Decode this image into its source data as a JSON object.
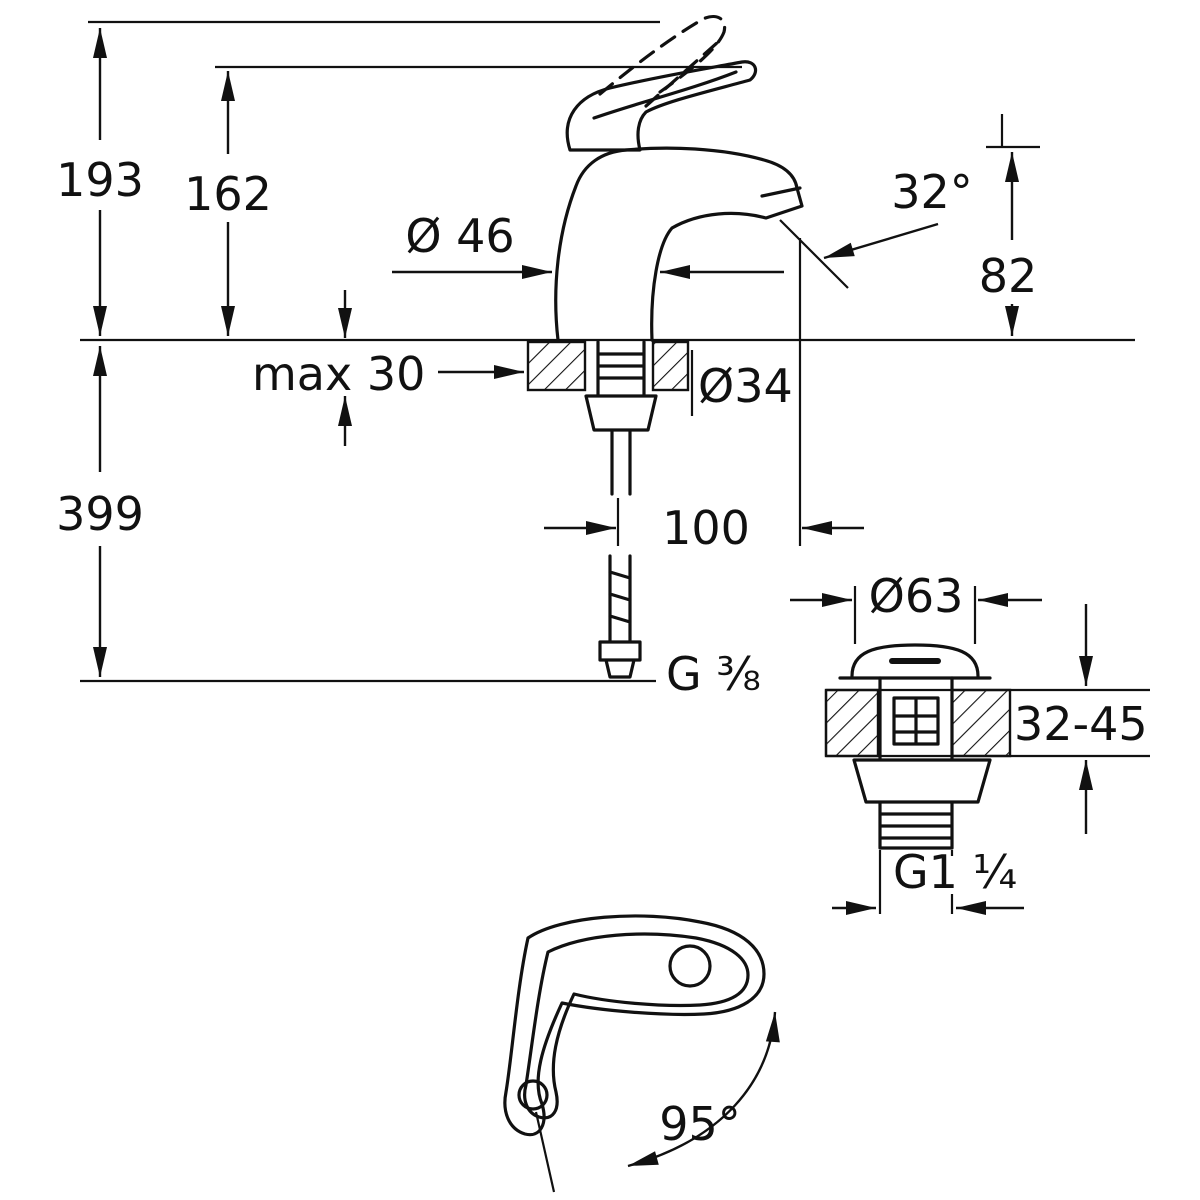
{
  "drawing": {
    "colors": {
      "line": "#111111",
      "background": "#ffffff"
    },
    "views": {
      "main": "faucet-side-view",
      "waste": "pop-up-waste-section-view",
      "top": "handle-top-view"
    }
  },
  "labels": {
    "dim_total_height": "193",
    "dim_body_height": "162",
    "dim_hose_length": "399",
    "dim_body_diameter": "Ø 46",
    "dim_spout_angle": "32°",
    "dim_spout_height": "82",
    "dim_max_deck_thickness": "max 30",
    "dim_hole_diameter": "Ø34",
    "dim_spout_reach": "100",
    "supply_connection_thread": "G ³⁄₈",
    "waste_flange_diameter": "Ø63",
    "waste_deck_thickness_range": "32-45",
    "waste_connection_thread": "G1 ¹⁄₄",
    "handle_swing_angle": "95°"
  }
}
